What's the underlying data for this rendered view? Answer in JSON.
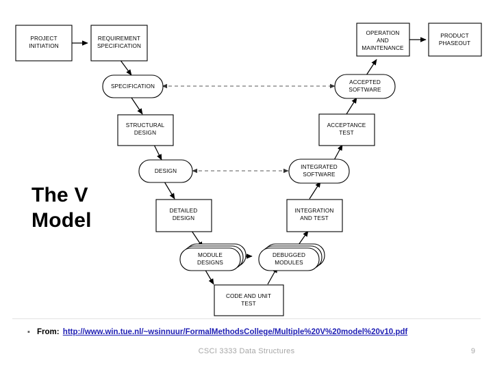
{
  "slide": {
    "title_lines": [
      "The V",
      "Model"
    ],
    "title_full": "The V Model"
  },
  "diagram": {
    "name": "v-model-lifecycle-diagram",
    "nodes": [
      {
        "id": "project-initiation",
        "label": "PROJECT\nINITIATION",
        "line1": "PROJECT",
        "line2": "INITIATION",
        "line3": "",
        "shape": "rect"
      },
      {
        "id": "requirement-specification",
        "label": "REQUIREMENT\nSPECIFICATION",
        "line1": "REQUIREMENT",
        "line2": "SPECIFICATION",
        "line3": "",
        "shape": "rect"
      },
      {
        "id": "specification",
        "label": "SPECIFICATION",
        "line1": "SPECIFICATION",
        "line2": "",
        "line3": "",
        "shape": "rounded"
      },
      {
        "id": "structural-design",
        "label": "STRUCTURAL\nDESIGN",
        "line1": "STRUCTURAL",
        "line2": "DESIGN",
        "line3": "",
        "shape": "rect"
      },
      {
        "id": "design",
        "label": "DESIGN",
        "line1": "DESIGN",
        "line2": "",
        "line3": "",
        "shape": "rounded"
      },
      {
        "id": "detailed-design",
        "label": "DETAILED\nDESIGN",
        "line1": "DETAILED",
        "line2": "DESIGN",
        "line3": "",
        "shape": "rect"
      },
      {
        "id": "module-designs",
        "label": "MODULE\nDESIGNS",
        "line1": "MODULE",
        "line2": "DESIGNS",
        "line3": "",
        "shape": "stack"
      },
      {
        "id": "code-and-unit-test",
        "label": "CODE AND UNIT\nTEST",
        "line1": "CODE AND UNIT",
        "line2": "TEST",
        "line3": "",
        "shape": "rect"
      },
      {
        "id": "debugged-modules",
        "label": "DEBUGGED\nMODULES",
        "line1": "DEBUGGED",
        "line2": "MODULES",
        "line3": "",
        "shape": "stack"
      },
      {
        "id": "integration-and-test",
        "label": "INTEGRATION\nAND TEST",
        "line1": "INTEGRATION",
        "line2": "AND TEST",
        "line3": "",
        "shape": "rect"
      },
      {
        "id": "integrated-software",
        "label": "INTEGRATED\nSOFTWARE",
        "line1": "INTEGRATED",
        "line2": "SOFTWARE",
        "line3": "",
        "shape": "rounded"
      },
      {
        "id": "acceptance-test",
        "label": "ACCEPTANCE\nTEST",
        "line1": "ACCEPTANCE",
        "line2": "TEST",
        "line3": "",
        "shape": "rect"
      },
      {
        "id": "accepted-software",
        "label": "ACCEPTED\nSOFTWARE",
        "line1": "ACCEPTED",
        "line2": "SOFTWARE",
        "line3": "",
        "shape": "rounded"
      },
      {
        "id": "operation-and-maintenance",
        "label": "OPERATION\nAND\nMAINTENANCE",
        "line1": "OPERATION",
        "line2": "AND",
        "line3": "MAINTENANCE",
        "shape": "rect"
      },
      {
        "id": "product-phaseout",
        "label": "PRODUCT\nPHASEOUT",
        "line1": "PRODUCT",
        "line2": "PHASEOUT",
        "line3": "",
        "shape": "rect"
      }
    ],
    "edges": [
      {
        "from": "project-initiation",
        "to": "requirement-specification",
        "style": "solid"
      },
      {
        "from": "requirement-specification",
        "to": "specification",
        "style": "solid"
      },
      {
        "from": "specification",
        "to": "structural-design",
        "style": "solid"
      },
      {
        "from": "structural-design",
        "to": "design",
        "style": "solid"
      },
      {
        "from": "design",
        "to": "detailed-design",
        "style": "solid"
      },
      {
        "from": "detailed-design",
        "to": "module-designs",
        "style": "solid"
      },
      {
        "from": "module-designs",
        "to": "code-and-unit-test",
        "style": "solid"
      },
      {
        "from": "module-designs",
        "to": "debugged-modules",
        "style": "solid"
      },
      {
        "from": "code-and-unit-test",
        "to": "debugged-modules",
        "style": "solid"
      },
      {
        "from": "debugged-modules",
        "to": "integration-and-test",
        "style": "solid"
      },
      {
        "from": "integration-and-test",
        "to": "integrated-software",
        "style": "solid"
      },
      {
        "from": "integrated-software",
        "to": "acceptance-test",
        "style": "solid"
      },
      {
        "from": "acceptance-test",
        "to": "accepted-software",
        "style": "solid"
      },
      {
        "from": "accepted-software",
        "to": "operation-and-maintenance",
        "style": "solid"
      },
      {
        "from": "operation-and-maintenance",
        "to": "product-phaseout",
        "style": "solid"
      },
      {
        "from": "specification",
        "to": "accepted-software",
        "style": "dashed-bidirectional"
      },
      {
        "from": "design",
        "to": "integrated-software",
        "style": "dashed-bidirectional"
      }
    ]
  },
  "source": {
    "bullet": "▪",
    "label": "From:",
    "url": "http://www.win.tue.nl/~wsinnuur/FormalMethodsCollege/Multiple%20V%20model%20v10.pdf"
  },
  "footer": {
    "course": "CSCI 3333 Data Structures",
    "page_number": "9"
  },
  "colors": {
    "link": "#1f1fb4",
    "footer_text": "#a6a6a6",
    "rule": "#e2e2e2",
    "diagram_stroke": "#000000",
    "dashed_stroke": "#555555"
  }
}
